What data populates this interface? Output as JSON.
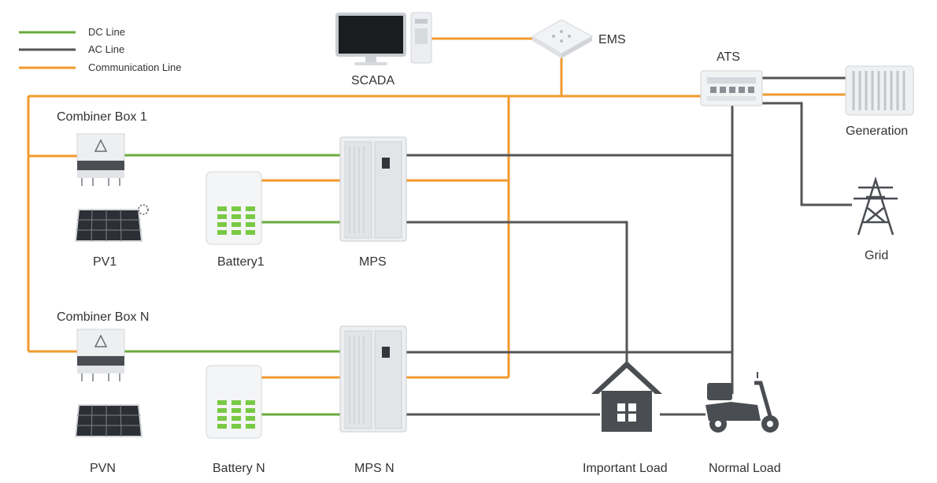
{
  "legend": {
    "dc": "DC Line",
    "ac": "AC Line",
    "comm": "Communication Line"
  },
  "colors": {
    "dc": "#6aab3c",
    "ac": "#555555",
    "comm": "#f29a2e",
    "device": "#e9eaec",
    "device_dark": "#4a4d52",
    "battery_cell": "#79c944"
  },
  "labels": {
    "scada": "SCADA",
    "ems": "EMS",
    "ats": "ATS",
    "generation": "Generation",
    "grid": "Grid",
    "combiner1": "Combiner Box 1",
    "combinerN": "Combiner Box N",
    "pv1": "PV1",
    "pvN": "PVN",
    "battery1": "Battery1",
    "batteryN": "Battery N",
    "mps": "MPS",
    "mpsN": "MPS N",
    "important_load": "Important Load",
    "normal_load": "Normal Load"
  }
}
